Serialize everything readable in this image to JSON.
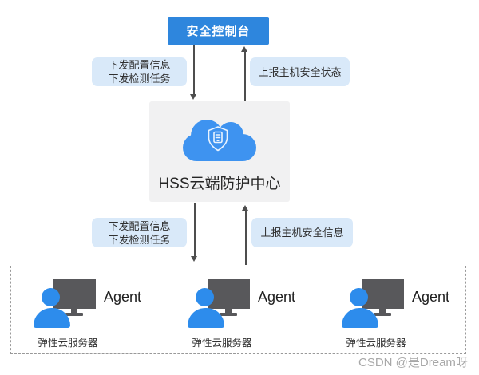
{
  "console": {
    "label": "安全控制台"
  },
  "hss_center": {
    "label": "HSS云端防护中心"
  },
  "flow_labels": {
    "console_down": {
      "line1": "下发配置信息",
      "line2": "下发检测任务"
    },
    "console_up": {
      "label": "上报主机安全状态"
    },
    "agent_down": {
      "line1": "下发配置信息",
      "line2": "下发检测任务"
    },
    "agent_up": {
      "label": "上报主机安全信息"
    }
  },
  "agents": {
    "items": [
      {
        "label": "Agent",
        "server": "弹性云服务器"
      },
      {
        "label": "Agent",
        "server": "弹性云服务器"
      },
      {
        "label": "Agent",
        "server": "弹性云服务器"
      }
    ]
  },
  "watermark": {
    "text": "CSDN @是Dream呀"
  },
  "icons": {
    "center": "cloud-shield-icon",
    "agent": "user-workstation-icon"
  },
  "colors": {
    "console_blue": "#2E86DD",
    "cloud_blue": "#3E93F0",
    "person_blue": "#2D8CEC",
    "pill_bg": "#D9E9F9",
    "center_bg": "#F1F1F2",
    "monitor_gray": "#58585B",
    "arrow": "#4D4D4D",
    "dashed_border": "#999999",
    "watermark_gray": "#A8A8A8"
  }
}
